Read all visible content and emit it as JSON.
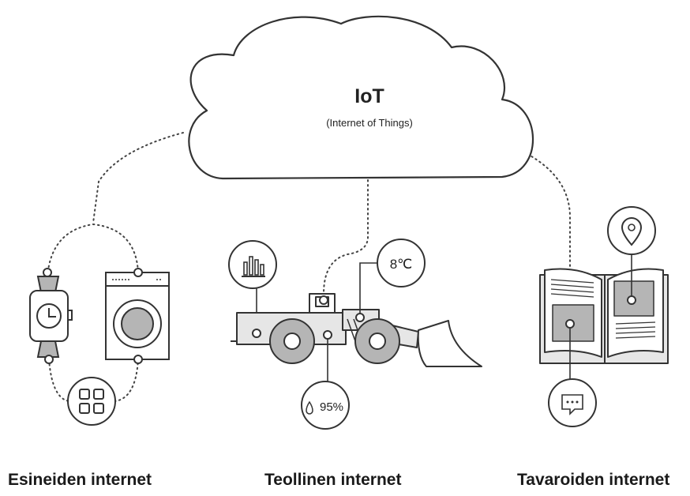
{
  "cloud": {
    "title": "IoT",
    "subtitle": "(Internet of Things)"
  },
  "sensors": {
    "temperature": "8℃",
    "humidity": "95%"
  },
  "captions": {
    "left": "Esineiden internet",
    "center": "Teollinen internet",
    "right": "Tavaroiden internet"
  },
  "colors": {
    "line": "#333333",
    "fill_light": "#e6e6e6",
    "fill_mid": "#b5b5b5"
  },
  "icons": [
    "cloud-icon",
    "smartwatch-icon",
    "washing-machine-icon",
    "app-grid-icon",
    "bar-chart-icon",
    "thermometer-icon",
    "droplet-icon",
    "wheel-loader-icon",
    "open-book-icon",
    "map-pin-icon",
    "chat-bubble-icon"
  ]
}
